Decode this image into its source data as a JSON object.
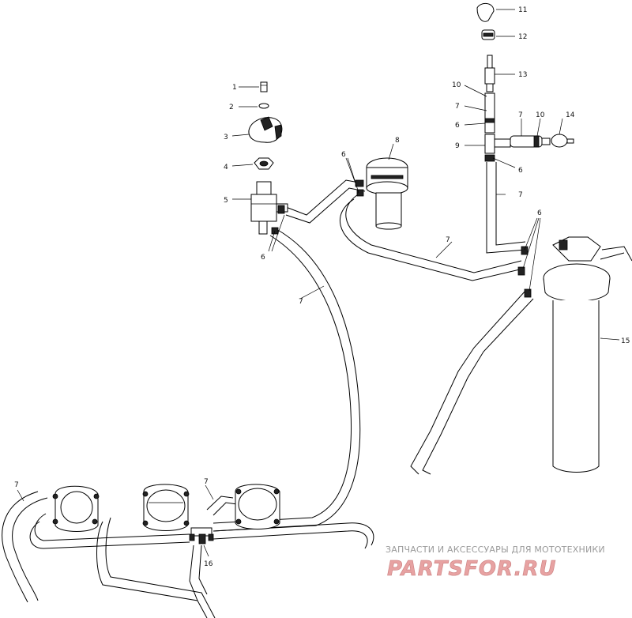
{
  "callouts": [
    {
      "id": "c1",
      "label": "1"
    },
    {
      "id": "c2",
      "label": "2"
    },
    {
      "id": "c3",
      "label": "3"
    },
    {
      "id": "c4",
      "label": "4"
    },
    {
      "id": "c5",
      "label": "5"
    },
    {
      "id": "c6a",
      "label": "6"
    },
    {
      "id": "c6b",
      "label": "6"
    },
    {
      "id": "c7a",
      "label": "7"
    },
    {
      "id": "c8",
      "label": "8"
    },
    {
      "id": "c11",
      "label": "11"
    },
    {
      "id": "c12",
      "label": "12"
    },
    {
      "id": "c13",
      "label": "13"
    },
    {
      "id": "c10a",
      "label": "10"
    },
    {
      "id": "c7b",
      "label": "7"
    },
    {
      "id": "c6c",
      "label": "6"
    },
    {
      "id": "c9",
      "label": "9"
    },
    {
      "id": "c7c",
      "label": "7"
    },
    {
      "id": "c10b",
      "label": "10"
    },
    {
      "id": "c14",
      "label": "14"
    },
    {
      "id": "c6d",
      "label": "6"
    },
    {
      "id": "c7d",
      "label": "7"
    },
    {
      "id": "c6e",
      "label": "6"
    },
    {
      "id": "c7e",
      "label": "7"
    },
    {
      "id": "c15",
      "label": "15"
    },
    {
      "id": "c7f",
      "label": "7"
    },
    {
      "id": "c7g",
      "label": "7"
    },
    {
      "id": "c16",
      "label": "16"
    }
  ],
  "watermark": {
    "tagline": "ЗАПЧАСТИ И АКСЕССУАРЫ ДЛЯ МОТОТЕХНИКИ",
    "logo": "PARTSFOR.RU",
    "colors": {
      "logo_fill": "#e7a2a2",
      "logo_stroke": "#c97d7d",
      "tagline": "#9a9a9a"
    }
  },
  "colors": {
    "line": "#000000",
    "background": "#ffffff"
  }
}
